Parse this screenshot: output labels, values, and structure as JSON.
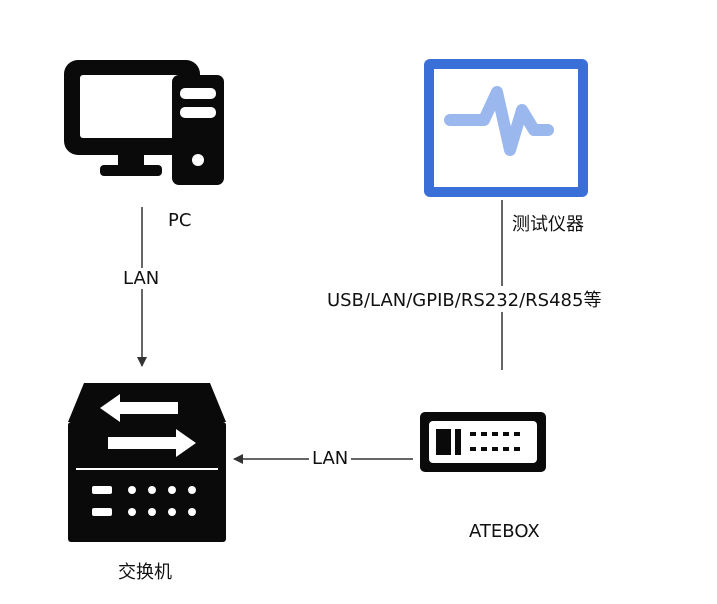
{
  "nodes": {
    "pc": {
      "label": "PC",
      "icon": "desktop-computer-icon"
    },
    "instrument": {
      "label": "测试仪器",
      "icon": "waveform-monitor-icon"
    },
    "switch": {
      "label": "交换机",
      "icon": "network-switch-icon"
    },
    "atebox": {
      "label": "ATEBOX",
      "icon": "atebox-device-icon"
    }
  },
  "edges": {
    "pc_to_switch": {
      "label": "LAN"
    },
    "atebox_to_switch": {
      "label": "LAN"
    },
    "instrument_to_atebox": {
      "label": "USB/LAN/GPIB/RS232/RS485等"
    }
  },
  "colors": {
    "instrument_frame": "#3b6fd8",
    "instrument_wave": "#9bb8ee",
    "icon_black": "#0a0a0a",
    "line": "#333333"
  }
}
